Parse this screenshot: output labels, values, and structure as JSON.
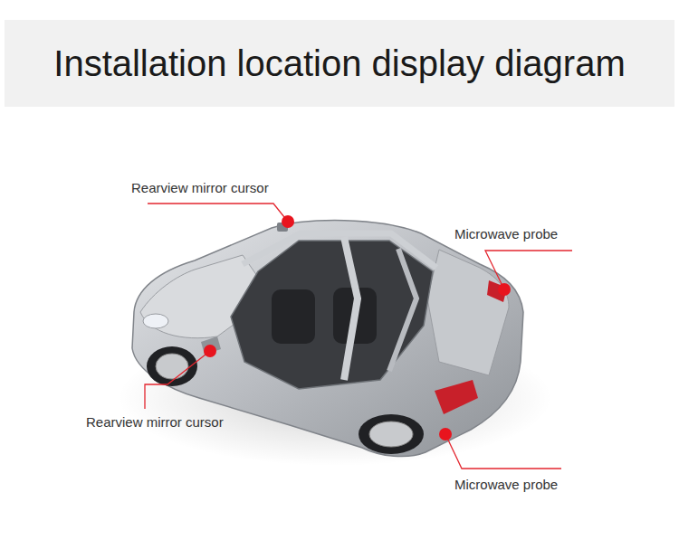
{
  "diagram": {
    "title": "Installation location display diagram",
    "labels": [
      "Rearview mirror cursor",
      "Microwave probe",
      "Rearview mirror cursor",
      "Microwave probe"
    ]
  }
}
